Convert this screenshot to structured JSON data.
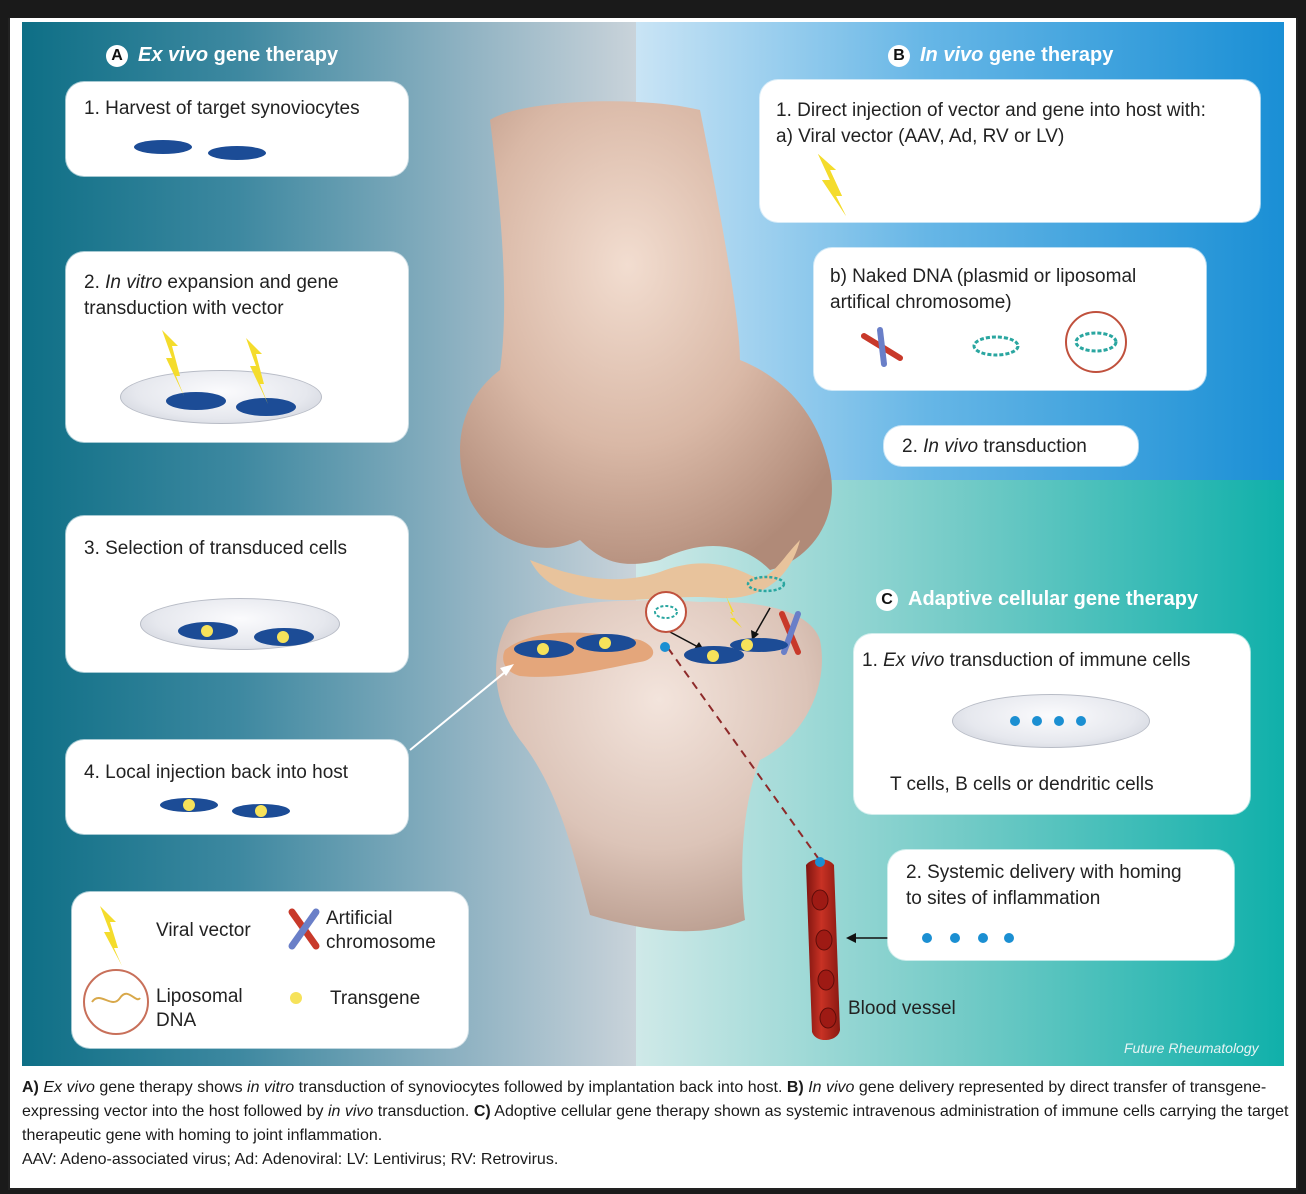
{
  "panel_a": {
    "letter": "A",
    "title_italic": "Ex vivo",
    "title_rest": " gene therapy",
    "step1": "1. Harvest of target synoviocytes",
    "step2_num": "2. ",
    "step2_italic": "In vitro",
    "step2_rest": " expansion and gene",
    "step2_line2": "transduction with vector",
    "step3": "3. Selection of transduced cells",
    "step4": "4. Local injection back into host"
  },
  "panel_b": {
    "letter": "B",
    "title_italic": "In vivo",
    "title_rest": " gene therapy",
    "step1_line1": "1. Direct injection of vector and gene into host with:",
    "step1_line2": "a) Viral vector (AAV, Ad, RV or LV)",
    "naked_line1": "b) Naked DNA (plasmid or liposomal",
    "naked_line2": "artifical chromosome)",
    "step2_num": "2. ",
    "step2_italic": "In vivo",
    "step2_rest": " transduction"
  },
  "panel_c": {
    "letter": "C",
    "title": "Adaptive cellular gene therapy",
    "step1_num": "1. ",
    "step1_italic": "Ex vivo",
    "step1_rest": " transduction of immune cells",
    "cells_label": "T cells, B cells or dendritic cells",
    "step2_line1": "2. Systemic delivery with homing",
    "step2_line2": "to sites of inflammation",
    "vessel_label": "Blood vessel"
  },
  "legend": {
    "viral_vector": "Viral vector",
    "artificial_line1": "Artificial",
    "artificial_line2": "chromosome",
    "liposomal_line1": "Liposomal",
    "liposomal_line2": "DNA",
    "transgene": "Transgene"
  },
  "credit": "Future Rheumatology",
  "caption": {
    "a_label": "A)",
    "a_italic1": "Ex vivo",
    "a_text1": " gene therapy shows ",
    "a_italic2": "in vitro",
    "a_text2": " transduction of synoviocytes followed by implantation back into host. ",
    "b_label": "B)",
    "b_italic1": "In vivo",
    "b_text1": " gene delivery represented by direct transfer of transgene-expressing vector into the host followed by ",
    "b_italic2": "in vivo",
    "b_text2": " transduction. ",
    "c_label": "C)",
    "c_text": " Adoptive cellular gene therapy shown as systemic intravenous administration of immune cells carrying the target therapeutic gene with homing to joint inflammation.",
    "abbrev": "AAV: Adeno-associated virus; Ad: Adenoviral: LV: Lentivirus; RV: Retrovirus."
  },
  "colors": {
    "cell": "#1c4c96",
    "transgene": "#f6e25a",
    "lightning": "#f4dc2c",
    "vessel": "#b1231c"
  }
}
